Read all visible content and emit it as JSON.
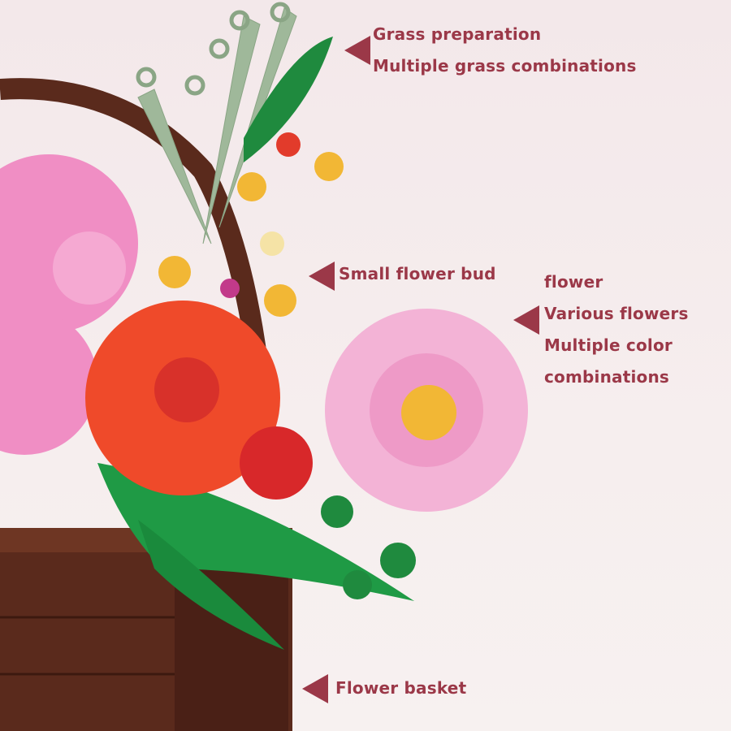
{
  "annotations": {
    "grass": {
      "lines": [
        "Grass preparation",
        "Multiple grass combinations"
      ]
    },
    "bud": {
      "lines": [
        "Small flower bud"
      ]
    },
    "flower": {
      "lines": [
        "flower",
        "Various flowers",
        "Multiple color",
        "combinations"
      ]
    },
    "basket": {
      "lines": [
        "Flower basket"
      ]
    }
  },
  "colors": {
    "text": "#9b3848",
    "background": "#f3e8ea"
  }
}
